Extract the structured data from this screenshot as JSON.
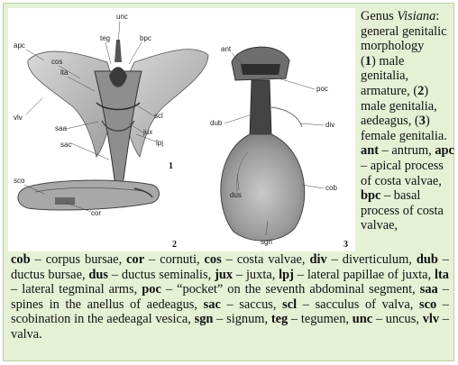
{
  "side_paragraphs": [
    [
      {
        "t": "Genus "
      },
      {
        "t": "Visiana",
        "i": true
      },
      {
        "t": ": general genitalic morphology"
      }
    ],
    [
      {
        "t": "("
      },
      {
        "t": "1",
        "b": true
      },
      {
        "t": ") male genitalia, armature, ("
      },
      {
        "t": "2",
        "b": true
      },
      {
        "t": ") male genitalia, aedeagus, ("
      },
      {
        "t": "3",
        "b": true
      },
      {
        "t": ") female genitalia."
      }
    ],
    [
      {
        "t": "ant",
        "b": true
      },
      {
        "t": " – antrum, "
      },
      {
        "t": "apc",
        "b": true
      },
      {
        "t": " – apical process of costa valvae, "
      },
      {
        "t": "bpc",
        "b": true
      },
      {
        "t": " – basal process of costa valvae,"
      }
    ]
  ],
  "bottom_paragraph": [
    {
      "t": "cob",
      "b": true
    },
    {
      "t": " – corpus bursae, "
    },
    {
      "t": "cor",
      "b": true
    },
    {
      "t": " – cornuti, "
    },
    {
      "t": "cos",
      "b": true
    },
    {
      "t": " – costa valvae, "
    },
    {
      "t": "div",
      "b": true
    },
    {
      "t": " – diverticulum, "
    },
    {
      "t": "dub",
      "b": true
    },
    {
      "t": " – ductus bursae, "
    },
    {
      "t": "dus",
      "b": true
    },
    {
      "t": " – ductus seminalis, "
    },
    {
      "t": "jux",
      "b": true
    },
    {
      "t": " – juxta, "
    },
    {
      "t": "lpj",
      "b": true
    },
    {
      "t": " – lateral papillae of juxta, "
    },
    {
      "t": "lta",
      "b": true
    },
    {
      "t": " – lateral tegminal arms, "
    },
    {
      "t": "poc",
      "b": true
    },
    {
      "t": " – “pocket” on the seventh abdominal segment, "
    },
    {
      "t": "saa",
      "b": true
    },
    {
      "t": " – spines in the anellus of aedeagus, "
    },
    {
      "t": "sac",
      "b": true
    },
    {
      "t": " – saccus, "
    },
    {
      "t": "scl",
      "b": true
    },
    {
      "t": " – sacculus of valva, "
    },
    {
      "t": "sco",
      "b": true
    },
    {
      "t": " – scobination in the aedeagal vesica, "
    },
    {
      "t": "sgn",
      "b": true
    },
    {
      "t": " – signum, "
    },
    {
      "t": "teg",
      "b": true
    },
    {
      "t": " – tegumen, "
    },
    {
      "t": "unc",
      "b": true
    },
    {
      "t": " – uncus, "
    },
    {
      "t": "vlv",
      "b": true
    },
    {
      "t": " – valva."
    }
  ],
  "figure": {
    "labels": {
      "unc": "unc",
      "teg": "teg",
      "bpc": "bpc",
      "apc": "apc",
      "cos": "cos",
      "lta": "lta",
      "vlv": "vlv",
      "saa": "saa",
      "sac": "sac",
      "jux": "jux",
      "lpj": "lpj",
      "scl": "scl",
      "sco": "sco",
      "cor": "cor",
      "ant": "ant",
      "poc": "poc",
      "dub": "dub",
      "div": "div",
      "dus": "dus",
      "cob": "cob",
      "sgn": "sgn"
    },
    "panel_numbers": [
      "1",
      "2",
      "3"
    ]
  }
}
